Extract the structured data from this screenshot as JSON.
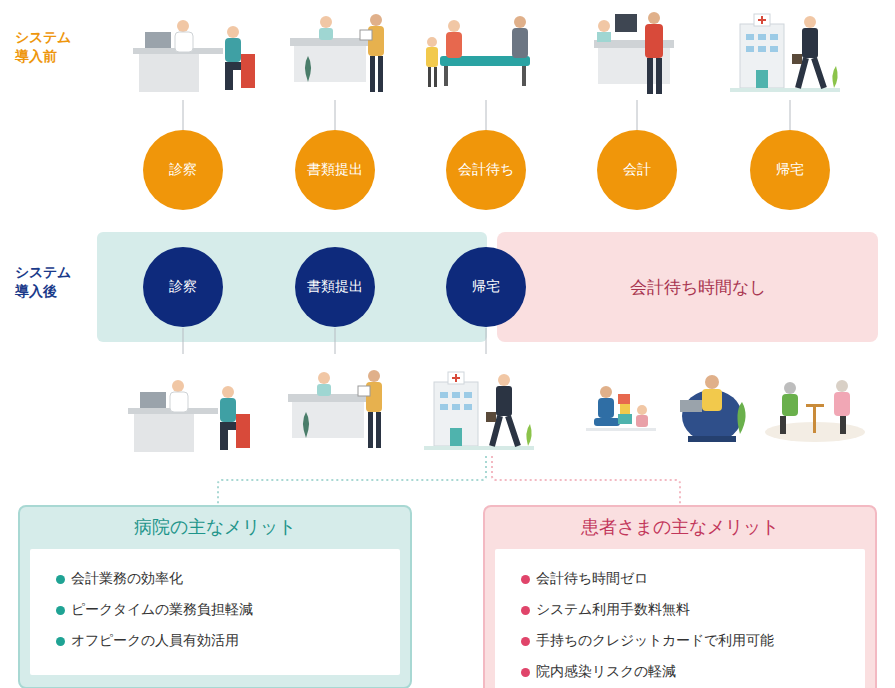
{
  "diagram": {
    "nodes": [
      {
        "text": [
          "診察"
        ]
      },
      {
        "text": [
          "書類提出"
        ]
      },
      {
        "text": [
          "会計待ち"
        ]
      },
      {
        "text": [
          "会計"
        ]
      },
      {
        "text": [
          "帰宅"
        ]
      },
      {
        "text": [
          "会計待ち時間なし"
        ]
      },
      {
        "text": [
          "診察"
        ]
      },
      {
        "text": [
          "書類提出"
        ]
      },
      {
        "text": [
          "帰宅"
        ]
      },
      {
        "text": [
          "病院の主なメリット",
          "会計業務の効率化",
          "ピークタイムの業務負担軽減",
          "オフピークの人員有効活用"
        ]
      },
      {
        "text": [
          "患者さまの主なメリット",
          "会計待ち時間ゼロ",
          "システム利用手数料無料",
          "手持ちのクレジットカードで利用可能",
          "院内感染リスクの軽減"
        ]
      }
    ],
    "labels": [
      "システム 導入前",
      "システム 導入後"
    ]
  }
}
